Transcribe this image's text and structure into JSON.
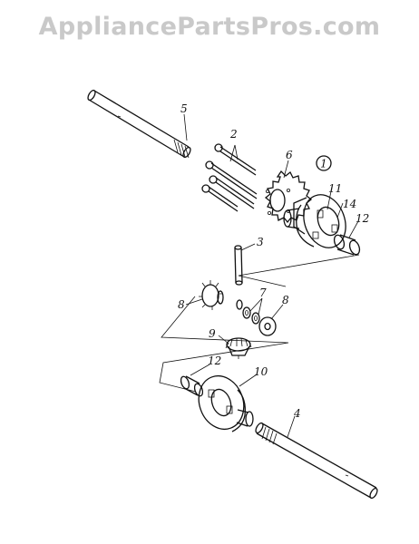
{
  "watermark": "AppliancePartsPros.com",
  "diagram_ref": "1",
  "callouts": {
    "p2": "2",
    "p3": "3",
    "p4": "4",
    "p5": "5",
    "p6": "6",
    "p7": "7",
    "p8a": "8",
    "p8b": "8",
    "p9": "9",
    "p10": "10",
    "p11": "11",
    "p12a": "12",
    "p12b": "12",
    "p14": "14"
  },
  "colors": {
    "ink": "#111111",
    "watermark": "#c9c9c9",
    "background": "#ffffff"
  }
}
